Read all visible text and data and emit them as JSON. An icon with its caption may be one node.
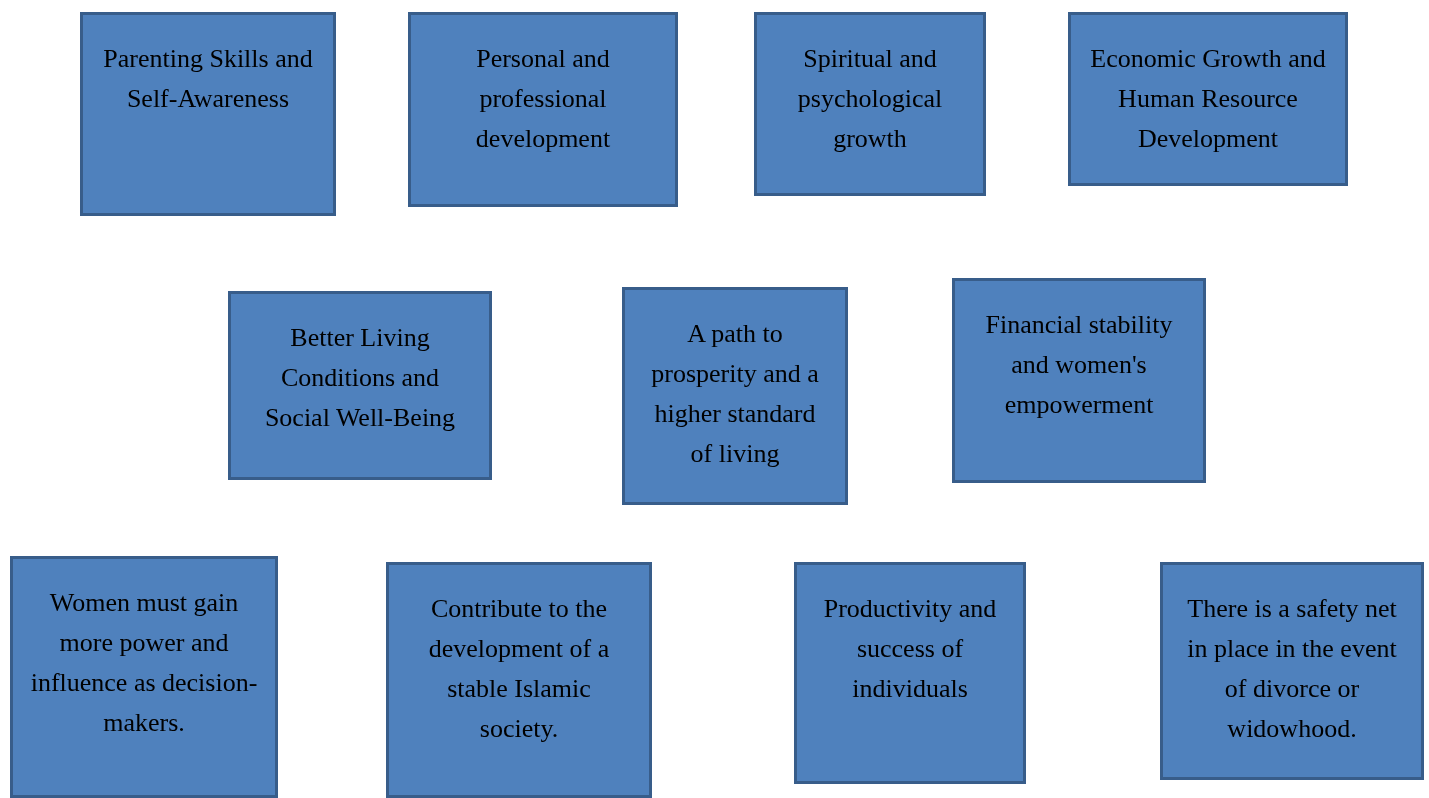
{
  "diagram": {
    "nodes": [
      {
        "text": [
          "Parenting Skills and Self-Awareness"
        ]
      },
      {
        "text": [
          "Personal and professional development"
        ]
      },
      {
        "text": [
          "Spiritual and psychological growth"
        ]
      },
      {
        "text": [
          "Economic Growth and Human Resource Development"
        ]
      },
      {
        "text": [
          "Better Living Conditions and Social Well-Being"
        ]
      },
      {
        "text": [
          "A path to prosperity and a higher standard of living"
        ]
      },
      {
        "text": [
          "Financial stability and women's empowerment"
        ]
      },
      {
        "text": [
          "Women must gain more power and influence as decision-makers."
        ]
      },
      {
        "text": [
          "Contribute to the development of a stable Islamic society."
        ]
      },
      {
        "text": [
          "Productivity and success of individuals"
        ]
      },
      {
        "text": [
          "There is a safety net in place in the event of divorce or widowhood."
        ]
      }
    ]
  }
}
